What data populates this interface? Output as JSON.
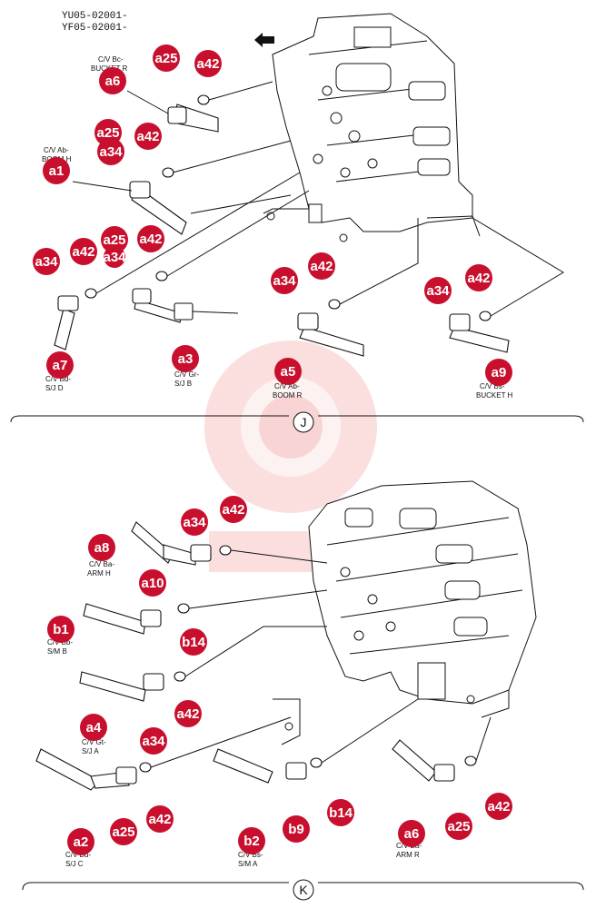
{
  "header": {
    "line1": "YU05-02001-",
    "line2": "YF05-02001-"
  },
  "sections": [
    {
      "id": "J"
    },
    {
      "id": "K"
    }
  ],
  "callouts": [
    {
      "key": "a25",
      "text": "a25"
    },
    {
      "key": "a42",
      "text": "a42"
    },
    {
      "key": "a6",
      "text": "a6"
    },
    {
      "key": "a25",
      "text": "a25"
    },
    {
      "key": "a42",
      "text": "a42"
    },
    {
      "key": "a34",
      "text": "a34"
    },
    {
      "key": "a1",
      "text": "a1"
    },
    {
      "key": "a34",
      "text": "a34"
    },
    {
      "key": "a42",
      "text": "a42"
    },
    {
      "key": "a25",
      "text": "a25"
    },
    {
      "key": "a42",
      "text": "a42"
    },
    {
      "key": "a34",
      "text": "a34"
    },
    {
      "key": "a42",
      "text": "a42"
    },
    {
      "key": "a34",
      "text": "a34"
    },
    {
      "key": "a42",
      "text": "a42"
    },
    {
      "key": "a34",
      "text": "a34"
    },
    {
      "key": "a7",
      "text": "a7"
    },
    {
      "key": "a3",
      "text": "a3"
    },
    {
      "key": "a5",
      "text": "a5"
    },
    {
      "key": "a9",
      "text": "a9"
    },
    {
      "key": "a42",
      "text": "a42"
    },
    {
      "key": "a34",
      "text": "a34"
    },
    {
      "key": "a8",
      "text": "a8"
    },
    {
      "key": "a10",
      "text": "a10"
    },
    {
      "key": "b1",
      "text": "b1"
    },
    {
      "key": "b14",
      "text": "b14"
    },
    {
      "key": "a4",
      "text": "a4"
    },
    {
      "key": "a42",
      "text": "a42"
    },
    {
      "key": "a34",
      "text": "a34"
    },
    {
      "key": "a42",
      "text": "a42"
    },
    {
      "key": "b14",
      "text": "b14"
    },
    {
      "key": "a42",
      "text": "a42"
    },
    {
      "key": "a2",
      "text": "a2"
    },
    {
      "key": "a25",
      "text": "a25"
    },
    {
      "key": "b2",
      "text": "b2"
    },
    {
      "key": "b9",
      "text": "b9"
    },
    {
      "key": "a6",
      "text": "a6"
    },
    {
      "key": "a25",
      "text": "a25"
    }
  ],
  "labels": [
    "C/V Bc-",
    "BUCKET R",
    "C/V Ab-",
    "BOOM H",
    "C/V Bd-",
    "S/J D",
    "C/V Gr-",
    "S/J B",
    "C/V Ab-",
    "BOOM R",
    "C/V Bs-",
    "BUCKET H",
    "C/V Ba-",
    "ARM H",
    "C/V Bb-",
    "S/M B",
    "C/V Gt-",
    "S/J A",
    "C/V Bd-",
    "S/J C",
    "C/V Bs-",
    "S/M A",
    "C/V Ba-",
    "ARM R"
  ]
}
